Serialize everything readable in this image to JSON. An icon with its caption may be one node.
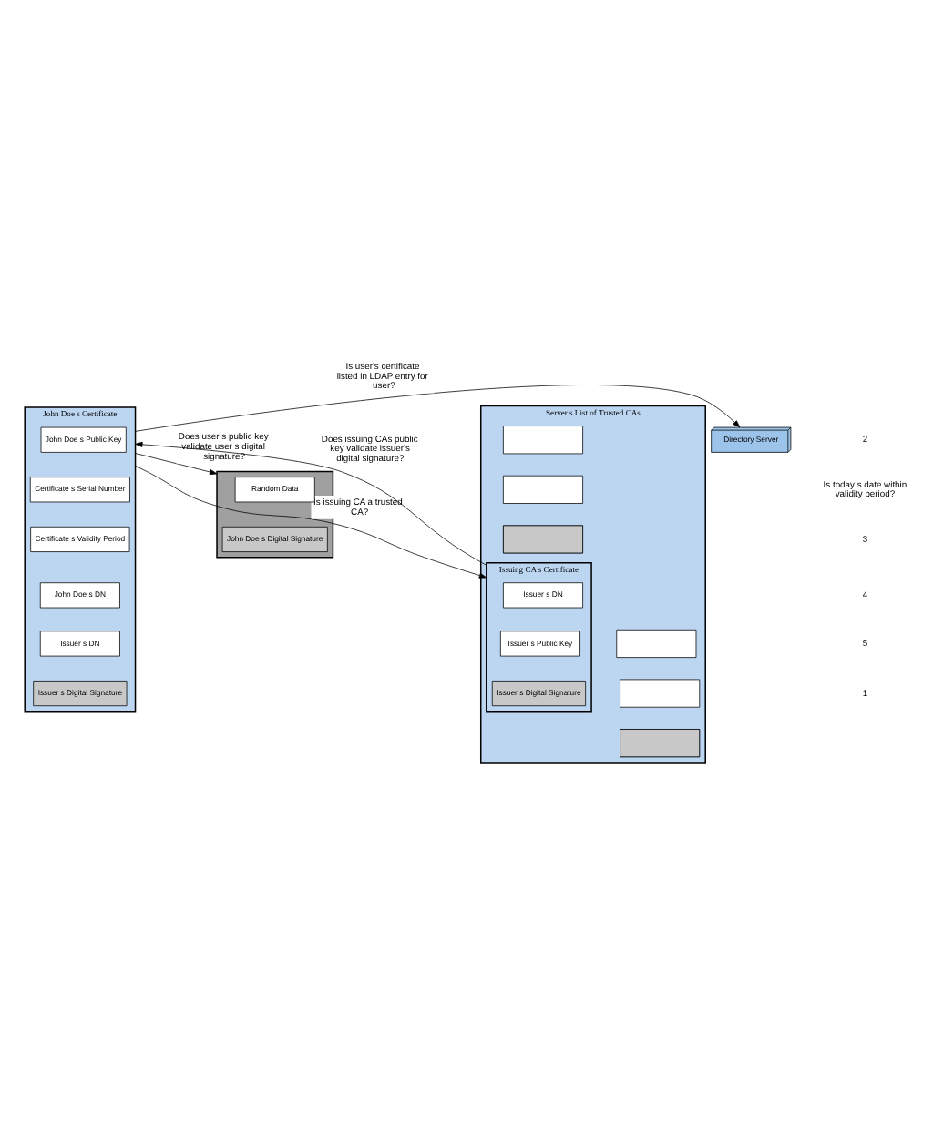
{
  "diagram": {
    "nodes": [
      {
        "text": [
          "John Doe s Certificate"
        ]
      },
      {
        "text": [
          "John Doe s Public Key"
        ],
        "in": 0
      },
      {
        "text": [
          "Certificate s Serial Number"
        ],
        "in": 0
      },
      {
        "text": [
          "Certificate s Validity Period"
        ],
        "in": 0
      },
      {
        "text": [
          "John Doe s DN"
        ],
        "in": 0
      },
      {
        "text": [
          "Issuer s DN"
        ],
        "in": 0
      },
      {
        "text": [
          "Issuer s Digital Signature"
        ],
        "in": 0
      },
      {
        "text": [
          "Server s List of Trusted CAs"
        ]
      },
      {
        "text": [],
        "shape": "box",
        "in": 7
      },
      {
        "text": [],
        "shape": "box",
        "in": 7
      },
      {
        "text": [],
        "shape": "bar",
        "in": 7
      },
      {
        "text": [
          "Issuing CA s Certificate"
        ],
        "in": 7
      },
      {
        "text": [
          "Issuer s DN"
        ],
        "in": 11
      },
      {
        "text": [
          "Issuer s Public Key"
        ],
        "in": 11
      },
      {
        "text": [
          "Issuer s Digital Signature"
        ],
        "in": 11
      },
      {
        "text": [],
        "shape": "box",
        "in": 7
      },
      {
        "text": [],
        "shape": "box",
        "in": 7
      },
      {
        "text": [],
        "shape": "bar",
        "in": 7
      },
      {
        "text": [],
        "shape": "box"
      },
      {
        "text": [
          "Random Data"
        ],
        "in": 18
      },
      {
        "text": [
          "John Doe s Digital Signature"
        ],
        "in": 18
      },
      {
        "text": [
          "Directory Server"
        ]
      }
    ],
    "edges": [
      {
        "from": 0,
        "to": 18,
        "arrow": "to",
        "label": "Does user s public key validate user s digital signature?"
      },
      {
        "from": 0,
        "to": 11,
        "arrow": "to",
        "label": "Is issuing CA a trusted CA?"
      },
      {
        "from": 11,
        "to": 0,
        "arrow": "to",
        "label": "Does issuing CAs public key validate issuer's digital signature?"
      },
      {
        "from": 0,
        "to": 21,
        "arrow": "to",
        "label": "Is user's certificate listed in LDAP entry for user?"
      }
    ],
    "labels": [
      "2",
      "Is today s date within validity period?",
      "3",
      "4",
      "5",
      "1"
    ]
  }
}
